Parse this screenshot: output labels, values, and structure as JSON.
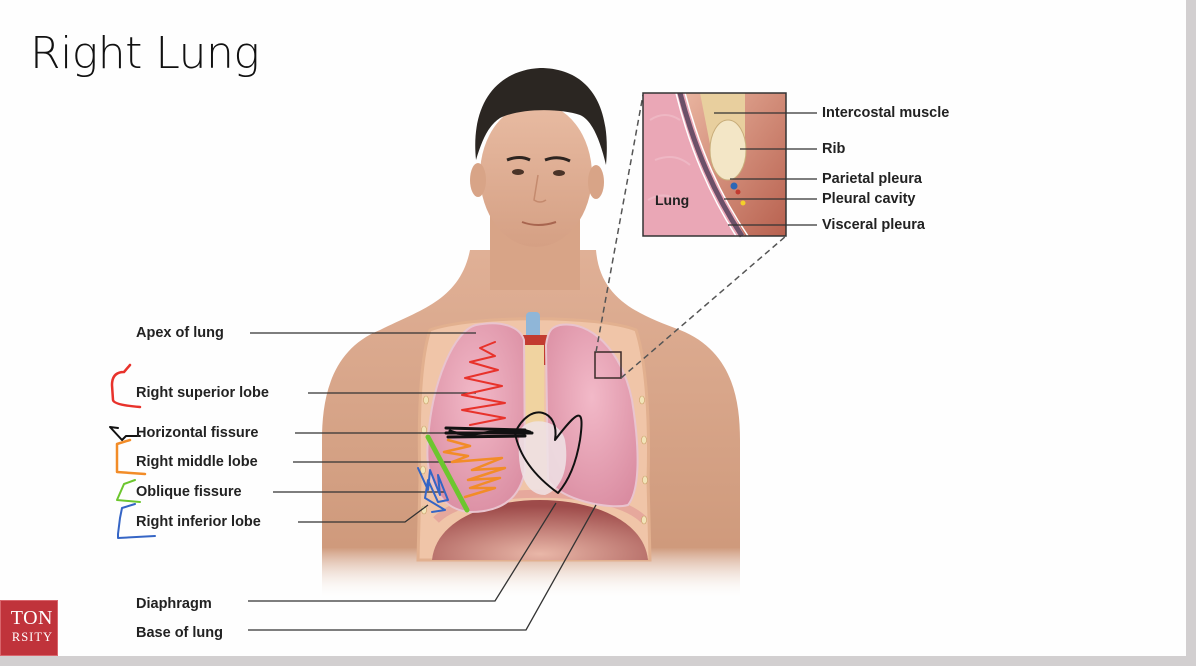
{
  "slide": {
    "title": "Right Lung",
    "logo": {
      "line1": "TON",
      "line2": "RSITY",
      "color": "#c0333b"
    }
  },
  "figure": {
    "left_labels": [
      {
        "id": "apex",
        "text": "Apex of lung"
      },
      {
        "id": "superior",
        "text": "Right superior lobe"
      },
      {
        "id": "horizontal",
        "text": "Horizontal fissure"
      },
      {
        "id": "middle",
        "text": "Right middle lobe"
      },
      {
        "id": "oblique",
        "text": "Oblique fissure"
      },
      {
        "id": "inferior",
        "text": "Right inferior lobe"
      },
      {
        "id": "diaphragm",
        "text": "Diaphragm"
      },
      {
        "id": "base",
        "text": "Base of lung"
      }
    ],
    "inset": {
      "inner_label": "Lung",
      "labels": [
        {
          "id": "intercostal",
          "text": "Intercostal muscle"
        },
        {
          "id": "rib",
          "text": "Rib"
        },
        {
          "id": "parietal",
          "text": "Parietal pleura"
        },
        {
          "id": "pleural_cavity",
          "text": "Pleural cavity"
        },
        {
          "id": "visceral",
          "text": "Visceral pleura"
        }
      ]
    },
    "annotation_colors": {
      "superior": "#e8322b",
      "horizontal": "#111111",
      "middle": "#f28c28",
      "oblique": "#6cc62e",
      "inferior": "#3565c5",
      "heart": "#111111"
    }
  }
}
